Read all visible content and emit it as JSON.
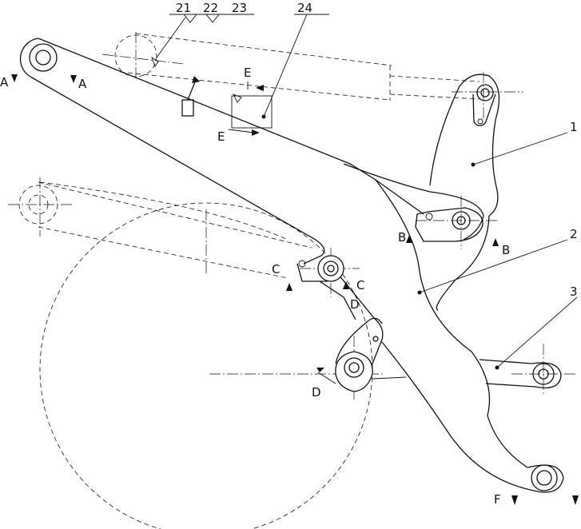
{
  "part_numbers": {
    "p1": "1",
    "p2": "2",
    "p3": "3",
    "p21": "21",
    "p22": "22",
    "p23": "23",
    "p24": "24"
  },
  "section_labels": {
    "a_left": "A",
    "a_right": "A",
    "b_left": "B",
    "b_right": "B",
    "c_left": "C",
    "c_right": "C",
    "d_upper": "D",
    "d_lower": "D",
    "e_upper": "E",
    "e_lower": "E",
    "f": "F"
  }
}
